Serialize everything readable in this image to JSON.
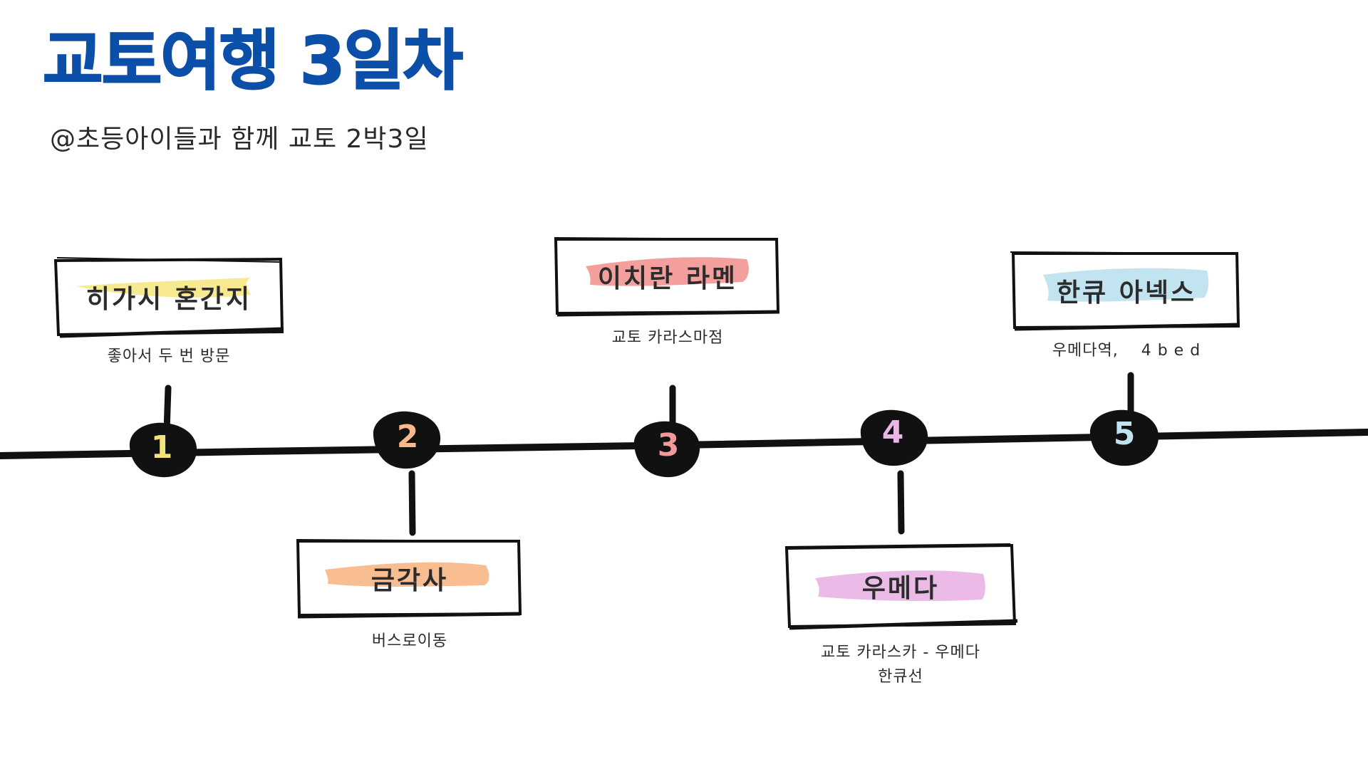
{
  "title": "교토여행 3일차",
  "subtitle": "@초등아이들과 함께 교토 2박3일",
  "stops": [
    {
      "number": "1",
      "name": "히가시 혼간지",
      "note": "좋아서 두 번 방문",
      "note2": "",
      "color": "#f6e88a",
      "number_color": "#f4e27a"
    },
    {
      "number": "2",
      "name": "금각사",
      "note": "버스로이동",
      "note2": "",
      "color": "#f9b98c",
      "number_color": "#f9b98c"
    },
    {
      "number": "3",
      "name": "이치란 라멘",
      "note": "교토 카라스마점",
      "note2": "",
      "color": "#f29a99",
      "number_color": "#f29a99"
    },
    {
      "number": "4",
      "name": "우메다",
      "note": "교토 카라스카 - 우메다",
      "note2": "한큐선",
      "color": "#eab6e6",
      "number_color": "#eab6e6"
    },
    {
      "number": "5",
      "name": "한큐 아넥스",
      "note": "우메다역,    4 b e d",
      "note2": "",
      "color": "#bfe3ef",
      "number_color": "#bfe3ef"
    }
  ]
}
